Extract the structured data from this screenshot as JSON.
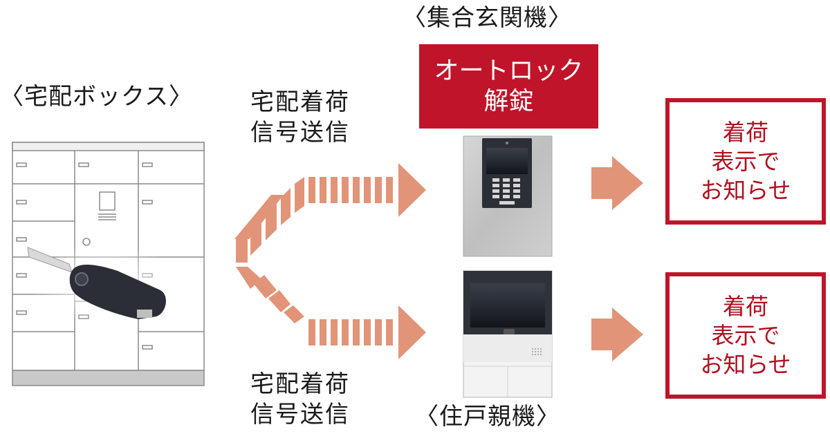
{
  "labels": {
    "delivery_box": "〈宅配ボックス〉",
    "entrance_unit": "〈集合玄関機〉",
    "indoor_unit": "〈住戸親機〉"
  },
  "signal_top": {
    "line1": "宅配着荷",
    "line2": "信号送信"
  },
  "signal_bottom": {
    "line1": "宅配着荷",
    "line2": "信号送信"
  },
  "autolock": {
    "line1": "オートロック",
    "line2": "解錠"
  },
  "notify_top": {
    "line1": "着荷",
    "line2": "表示で",
    "line3": "お知らせ"
  },
  "notify_bottom": {
    "line1": "着荷",
    "line2": "表示で",
    "line3": "お知らせ"
  },
  "colors": {
    "accent_red": "#c0142a",
    "arrow_salmon": "#e19478"
  },
  "icons": [
    "delivery-box-icon",
    "key-fob-icon",
    "entrance-panel-icon",
    "indoor-monitor-icon",
    "arrow-right-icon"
  ]
}
